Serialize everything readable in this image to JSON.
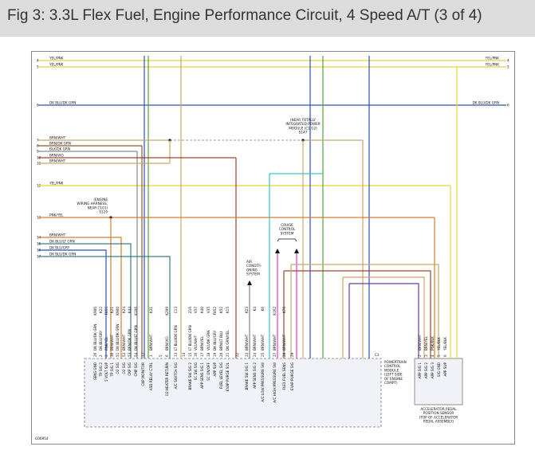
{
  "title": "Fig 3: 3.3L Flex Fuel, Engine Performance Circuit, 4 Speed A/T (3 of 4)",
  "doc_id": "G06954",
  "left_wires": [
    {
      "num": "4",
      "label": "YEL/PNK"
    },
    {
      "num": "5",
      "label": "YEL/PNK"
    },
    {
      "num": "6",
      "label": "DK BLU/DK GRN"
    },
    {
      "num": "7",
      "label": "BRN/WHT"
    },
    {
      "num": "8",
      "label": "BRN/DK GRN"
    },
    {
      "num": "9",
      "label": "BLK/DK GRN"
    },
    {
      "num": "10",
      "label": "BRN/VIO"
    },
    {
      "num": "11",
      "label": "BRN/WHT"
    },
    {
      "num": "12",
      "label": "YEL/PNK"
    },
    {
      "num": "13",
      "label": "PNK/YEL"
    },
    {
      "num": "14",
      "label": "BRN/WHT"
    },
    {
      "num": "15",
      "label": "DK BLU/LT GRN"
    },
    {
      "num": "16",
      "label": "DK BLU/GRY"
    },
    {
      "num": "17",
      "label": "DK BLU/DK GRN"
    }
  ],
  "right_wires": [
    {
      "num": "4",
      "label": "YEL/PNK"
    },
    {
      "num": "5",
      "label": "YEL/PNK"
    },
    {
      "num": "6",
      "label": "DK BLU/DK GRN"
    }
  ],
  "notes": {
    "ipm": [
      "(NEAR TOTALLY",
      "INTEGRATED POWER",
      "MODULE (C1 G2)",
      "S147"
    ],
    "engine_harness": [
      "(ENGINE",
      "WIRING HARNESS,",
      "NEAR C101)",
      "S129"
    ],
    "cruise": [
      "CRUISE",
      "CONTROL",
      "SYSTEM"
    ],
    "ac": [
      "AIR",
      "CONDITI-",
      "ONING",
      "SYSTEM"
    ],
    "pcm": [
      "POWERTRAIN",
      "CONTROL",
      "MODULE",
      "(LEFT SIDE",
      "OF ENGINE",
      "COMPT)"
    ],
    "app": [
      "ACCELERATOR PEDAL",
      "POSITION SENSOR",
      "(TOP OF ACCELERATOR",
      "PEDAL ASSEMBLY)"
    ],
    "c3": "C3"
  },
  "pcm_pins": [
    {
      "pin": "26",
      "circuit": "K900",
      "wire": "DK BLU/DK GRN",
      "func": "SENS GND"
    },
    {
      "pin": "2",
      "circuit": "K22",
      "wire": "DK BLU/GRY",
      "func": "TP SIG 2"
    },
    {
      "pin": "3",
      "circuit": "F855",
      "wire": "PNK/YEL",
      "func": "5 VOLT SUP"
    },
    {
      "pin": "30",
      "circuit": "K21",
      "wire": "BRN/WHT",
      "func": "TP SIG 1"
    },
    {
      "pin": "51",
      "circuit": "K900",
      "wire": "DK BLU/DK GRN",
      "func": "O2 SIG"
    },
    {
      "pin": "52",
      "circuit": "K24",
      "wire": "BRN/WHT",
      "func": "O2 SIG"
    },
    {
      "pin": "53",
      "circuit": "K44",
      "wire": "BRN/DK GRN",
      "func": "CKP SIG"
    },
    {
      "pin": "54",
      "circuit": "K106",
      "wire": "DK BLU/LT GRN",
      "func": "CMP SIG"
    },
    {
      "pin": "12",
      "circuit": "",
      "wire": "",
      "func": "CKP MONITOR"
    },
    {
      "pin": "1",
      "circuit": "K31",
      "wire": "BRN/WHT",
      "func": "ASD RELAY CTRL"
    },
    {
      "pin": "5",
      "circuit": "",
      "wire": "",
      "func": ""
    },
    {
      "pin": "6",
      "circuit": "K299",
      "wire": "BRN/VIO",
      "func": "O2 HEATER RETURN"
    },
    {
      "pin": "13",
      "circuit": "C13",
      "wire": "LT BLU/DK GRN",
      "func": "A/C SWITCH SIG"
    },
    {
      "pin": "14",
      "circuit": "",
      "wire": "",
      "func": ""
    },
    {
      "pin": "15",
      "circuit": "Z16",
      "wire": "LT BLU/DK GRN",
      "func": "BRAKE SW SIG 2"
    },
    {
      "pin": "16",
      "circuit": "V37",
      "wire": "VIO/WHT",
      "func": "SC SW SIG"
    },
    {
      "pin": "17",
      "circuit": "K40",
      "wire": "BRN/YEL",
      "func": "APP SENS SIG 1"
    },
    {
      "pin": "18",
      "circuit": "V35",
      "wire": "VIO/DK GRN",
      "func": "SC ON/OFF"
    },
    {
      "pin": "19",
      "circuit": "F852",
      "wire": "DK BLU/GRY",
      "func": "APP SUP"
    },
    {
      "pin": "20",
      "circuit": "K52",
      "wire": "BRN/LT BLU",
      "func": "FUEL LEVEL SIG"
    },
    {
      "pin": "21",
      "circuit": "K15",
      "wire": "DK GRN/YEL",
      "func": "EVAP PURGE SOL"
    },
    {
      "pin": "22",
      "circuit": "",
      "wire": "",
      "func": ""
    },
    {
      "pin": "23",
      "circuit": "K23",
      "wire": "BRN/WHT",
      "func": "BRAKE SW SIG 1"
    },
    {
      "pin": "24",
      "circuit": "K4",
      "wire": "BRN/WHT",
      "func": "APP SENS SIG 2"
    },
    {
      "pin": "25",
      "circuit": "K6",
      "wire": "BRN/WHT",
      "func": "A/C LOW PRESSURE SW"
    },
    {
      "pin": "27",
      "circuit": "K162",
      "wire": "BRN/WHT",
      "func": "A/C HIGH PRESSURE SW"
    },
    {
      "pin": "28",
      "circuit": "K76",
      "wire": "BRN/WHT",
      "func": "FLEX FUEL SENS"
    },
    {
      "pin": "29",
      "circuit": "",
      "wire": "",
      "func": "EVAP PURGE SIG"
    }
  ],
  "app_pins": [
    {
      "pin": "2",
      "circuit": "F852",
      "wire": "BRN/WHT",
      "func": "APP SIG 1"
    },
    {
      "pin": "3",
      "circuit": "K40",
      "wire": "BRN/YEL",
      "func": "APP SIG 2"
    },
    {
      "pin": "4",
      "circuit": "K4",
      "wire": "PNK/BLK",
      "func": "APP SIG 3"
    },
    {
      "pin": "5",
      "circuit": "K262",
      "wire": "YEL/BLK",
      "func": "SIG GND"
    },
    {
      "pin": "6",
      "circuit": "",
      "wire": "YEL/BLK",
      "func": "APP SUP"
    }
  ],
  "colors": {
    "yellow": "#e8d23a",
    "blue": "#2f4fb0",
    "teal": "#3a7d7f",
    "brown": "#8a5a2b",
    "red_brown": "#a0442e",
    "gray": "#8a8a8a",
    "green": "#57a13a",
    "cyan": "#34c9c9",
    "pink": "#e040c8",
    "violet": "#6c3aa8",
    "tan": "#c8a86a",
    "orange": "#d08030",
    "box_fill": "#f1f1f8"
  }
}
